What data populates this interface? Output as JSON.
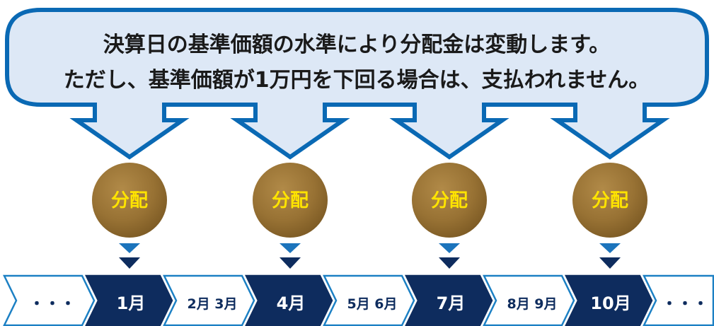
{
  "callout": {
    "line1": "決算日の基準価額の水準により分配金は変動します。",
    "line2": "ただし、基準価額が1万円を下回る場合は、支払われません。"
  },
  "coin_label": "分配",
  "timeline": [
    {
      "label": "・・・",
      "highlight": false
    },
    {
      "label": "1月",
      "highlight": true
    },
    {
      "label": "2月 3月",
      "highlight": false
    },
    {
      "label": "4月",
      "highlight": true
    },
    {
      "label": "5月 6月",
      "highlight": false
    },
    {
      "label": "7月",
      "highlight": true
    },
    {
      "label": "8月 9月",
      "highlight": false
    },
    {
      "label": "10月",
      "highlight": true
    },
    {
      "label": "・・・",
      "highlight": false
    }
  ],
  "colors": {
    "callout_fill": "#dde8f6",
    "callout_stroke": "#0a69b4",
    "coin_gold": "#987234",
    "coin_label": "#ffe400",
    "dark_navy": "#0e2c5e",
    "light_text": "#0e2c5e",
    "chevron_border": "#1c80c4"
  }
}
